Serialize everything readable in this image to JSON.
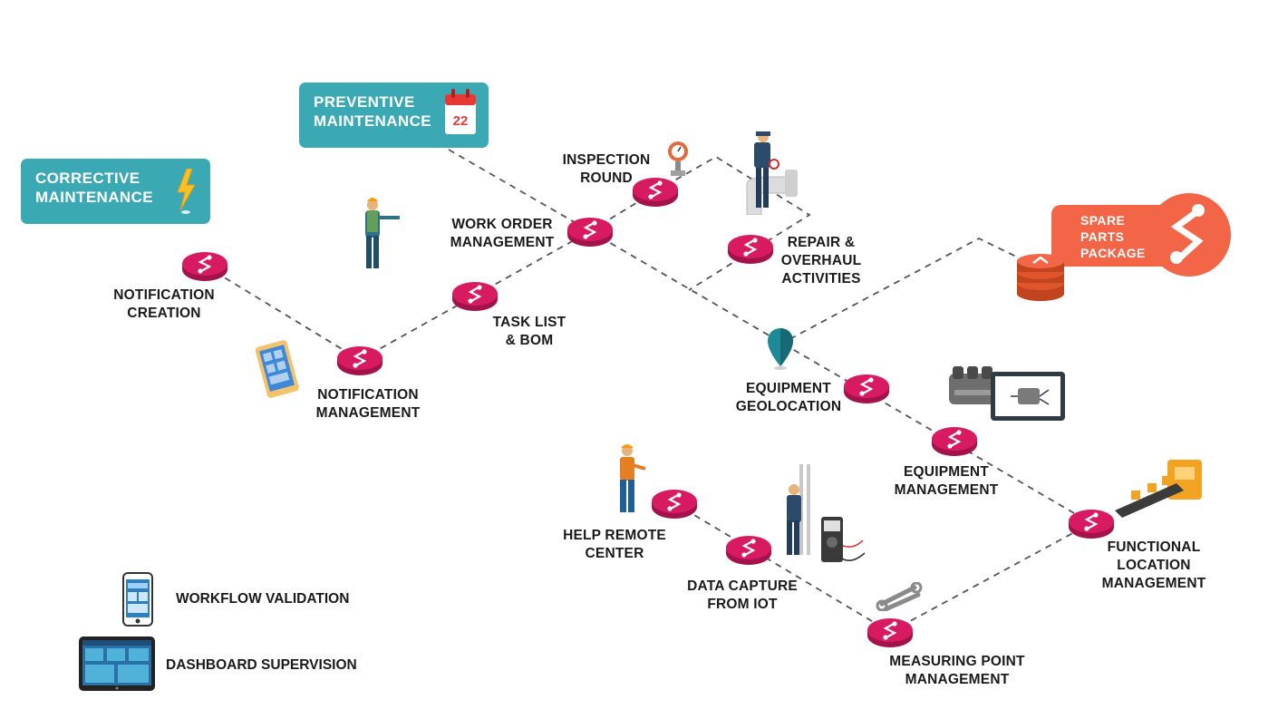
{
  "tags": {
    "corrective": [
      "CORRECTIVE",
      "MAINTENANCE"
    ],
    "preventive": [
      "PREVENTIVE",
      "MAINTENANCE"
    ],
    "spare_parts": [
      "SPARE",
      "PARTS",
      "PACKAGE"
    ]
  },
  "calendar_day": "22",
  "nodes": {
    "notification_creation": [
      "NOTIFICATION",
      "CREATION"
    ],
    "notification_management": [
      "NOTIFICATION",
      "MANAGEMENT"
    ],
    "task_list_bom": [
      "TASK LIST",
      "& BOM"
    ],
    "work_order_management": [
      "WORK ORDER",
      "MANAGEMENT"
    ],
    "inspection_round": [
      "INSPECTION",
      "ROUND"
    ],
    "repair_overhaul": [
      "REPAIR &",
      "OVERHAUL",
      "ACTIVITIES"
    ],
    "equipment_geolocation": [
      "EQUIPMENT",
      "GEOLOCATION"
    ],
    "equipment_management": [
      "EQUIPMENT",
      "MANAGEMENT"
    ],
    "functional_location_management": [
      "FUNCTIONAL",
      "LOCATION",
      "MANAGEMENT"
    ],
    "help_remote_center": [
      "HELP REMOTE",
      "CENTER"
    ],
    "data_capture_iot": [
      "DATA CAPTURE",
      "FROM IOT"
    ],
    "measuring_point_management": [
      "MEASURING POINT",
      "MANAGEMENT"
    ]
  },
  "legend": {
    "workflow_validation": "WORKFLOW VALIDATION",
    "dashboard_supervision": "DASHBOARD SUPERVISION"
  },
  "colors": {
    "teal": "#3aa9b4",
    "node_magenta": "#d81b60",
    "spare_orange": "#f26546",
    "dashed_line": "#555555",
    "text": "#1a1a1a"
  },
  "icons": [
    "lightning-icon",
    "calendar-icon",
    "worker-icon",
    "tablet-icon",
    "pressure-gauge-icon",
    "valve-worker-icon",
    "location-pin-icon",
    "engine-icon",
    "monitor-icon",
    "conveyor-icon",
    "technician-icon",
    "electrician-icon",
    "multimeter-icon",
    "wrench-icon",
    "phone-icon",
    "dashboard-tablet-icon",
    "coin-stack-icon",
    "share-logo-icon",
    "node-share-icon"
  ]
}
